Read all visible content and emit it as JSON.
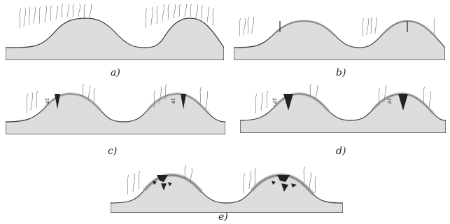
{
  "panels": [
    {
      "id": "a",
      "caption": "a)",
      "stage": "intact mounds with grass"
    },
    {
      "id": "b",
      "caption": "b)",
      "stage": "vertical crack at crest"
    },
    {
      "id": "c",
      "caption": "c)",
      "stage": "crack opens into wedge"
    },
    {
      "id": "d",
      "caption": "d)",
      "stage": "wedge widens, crust fragments"
    },
    {
      "id": "e",
      "caption": "e)",
      "stage": "crest breaks apart"
    }
  ],
  "labels": {
    "crack_label": "at"
  },
  "colors": {
    "fill": "#dedede",
    "outline": "#3a3a3a",
    "grass": "#8a8a8a",
    "crack": "#222222"
  }
}
